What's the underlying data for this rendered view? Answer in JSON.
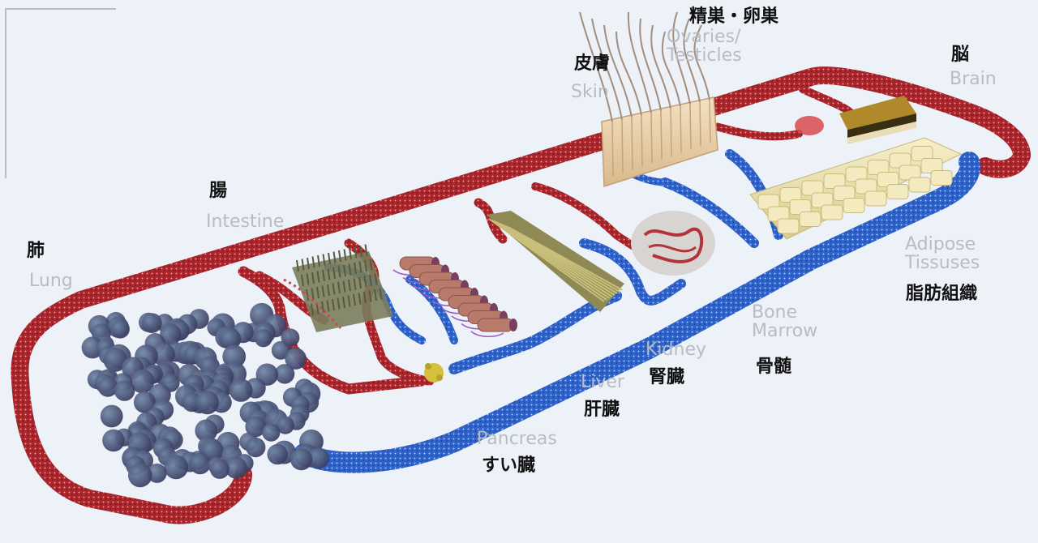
{
  "organs": [
    {
      "id": "lung",
      "jp": "肺",
      "en": "Lung"
    },
    {
      "id": "intestine",
      "jp": "腸",
      "en": "Intestine"
    },
    {
      "id": "skin",
      "jp": "皮膚",
      "en": "Skin"
    },
    {
      "id": "gonads",
      "jp": "精巣・卵巣",
      "en": "Ovaries/ Testicles"
    },
    {
      "id": "brain",
      "jp": "脳",
      "en": "Brain"
    },
    {
      "id": "adipose",
      "jp": "脂肪組織",
      "en": "Adipose Tissuses"
    },
    {
      "id": "bone-marrow",
      "jp": "骨髄",
      "en": "Bone Marrow"
    },
    {
      "id": "kidney",
      "jp": "腎臓",
      "en": "Kidney"
    },
    {
      "id": "liver",
      "jp": "肝臓",
      "en": "Liver"
    },
    {
      "id": "pancreas",
      "jp": "すい臓",
      "en": "Pancreas"
    }
  ],
  "colors": {
    "artery": "#a8262c",
    "artery_dark": "#7d1a1f",
    "vein": "#2f63c9",
    "vein_dark": "#1d46a8",
    "background": "#edf1f8",
    "lung_sphere": "#4a5577",
    "skin_block": "#ecd2a8",
    "adipose_block": "#ece4b6",
    "brain_top": "#b08a2a",
    "kidney": "#d8d4d2",
    "pancreas": "#d6c03a"
  }
}
